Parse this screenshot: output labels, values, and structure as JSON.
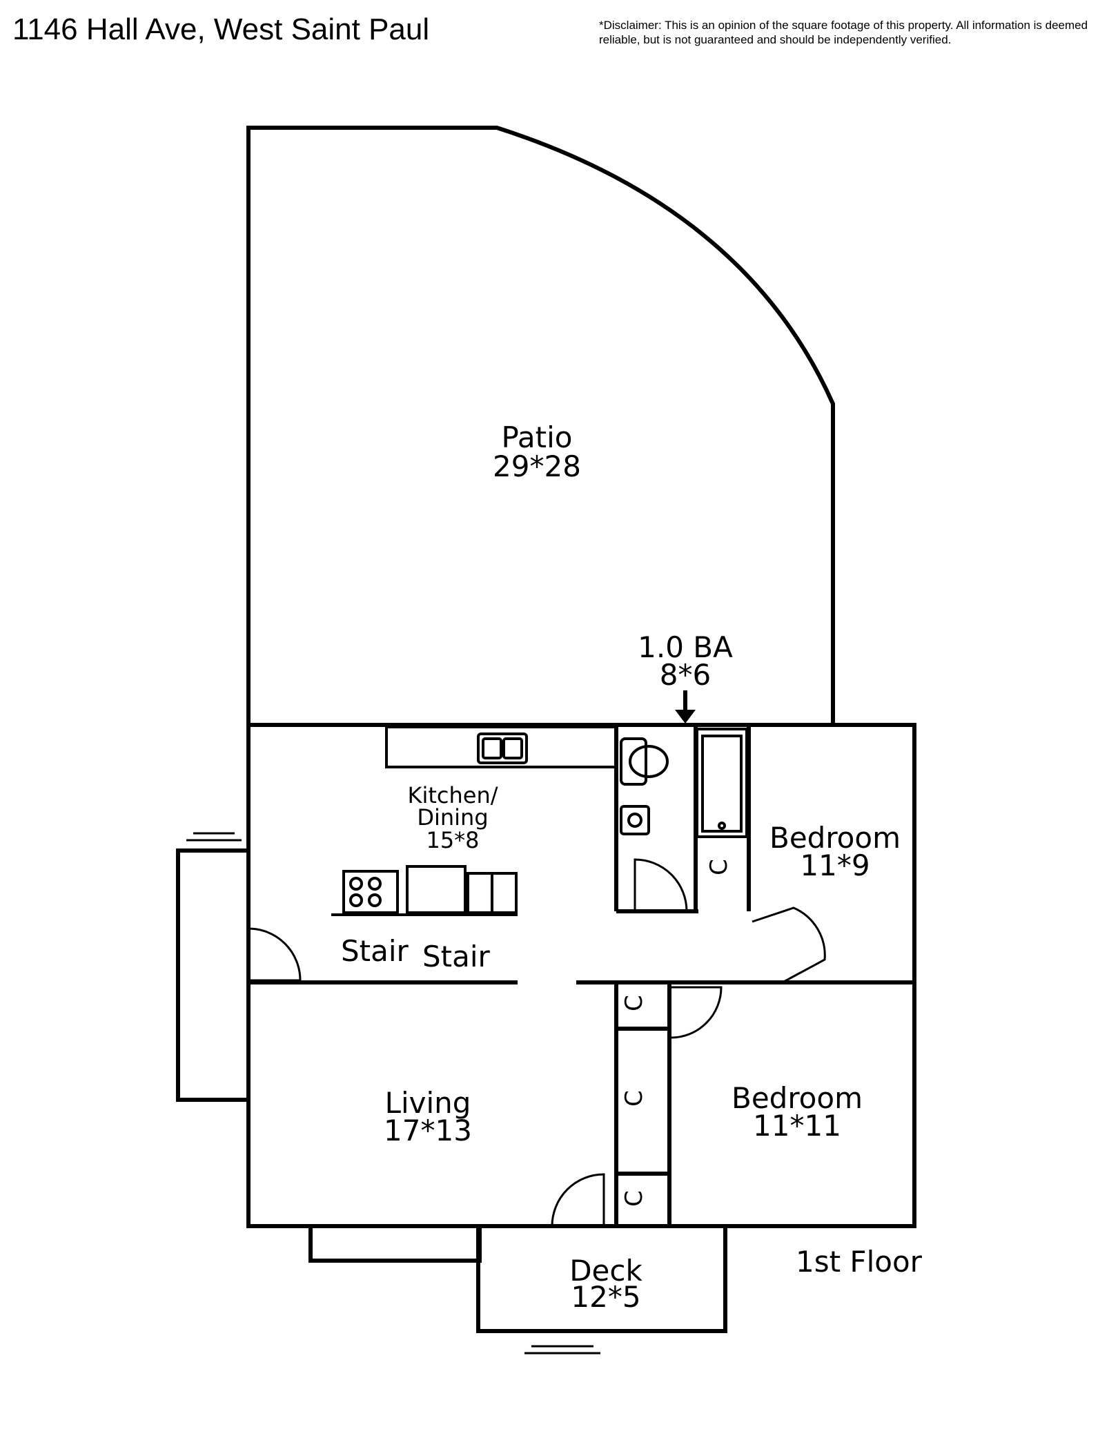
{
  "header": {
    "address": "1146 Hall Ave, West Saint Paul",
    "disclaimer": "*Disclaimer: This is an opinion of the square footage of this property. All information is deemed reliable, but is not guaranteed and should be independently verified."
  },
  "rooms": {
    "patio": {
      "name": "Patio",
      "dims": "29*28"
    },
    "bath": {
      "name": "1.0 BA",
      "dims": "8*6"
    },
    "kitchen": {
      "name_line1": "Kitchen/",
      "name_line2": "Dining",
      "dims": "15*8"
    },
    "bedroom1": {
      "name": "Bedroom",
      "dims": "11*9"
    },
    "bedroom2": {
      "name": "Bedroom",
      "dims": "11*11"
    },
    "living": {
      "name": "Living",
      "dims": "17*13"
    },
    "deck": {
      "name": "Deck",
      "dims": "12*5"
    }
  },
  "labels": {
    "stair1": "Stair",
    "stair2": "Stair",
    "closet": "C",
    "floor": "1st Floor"
  }
}
